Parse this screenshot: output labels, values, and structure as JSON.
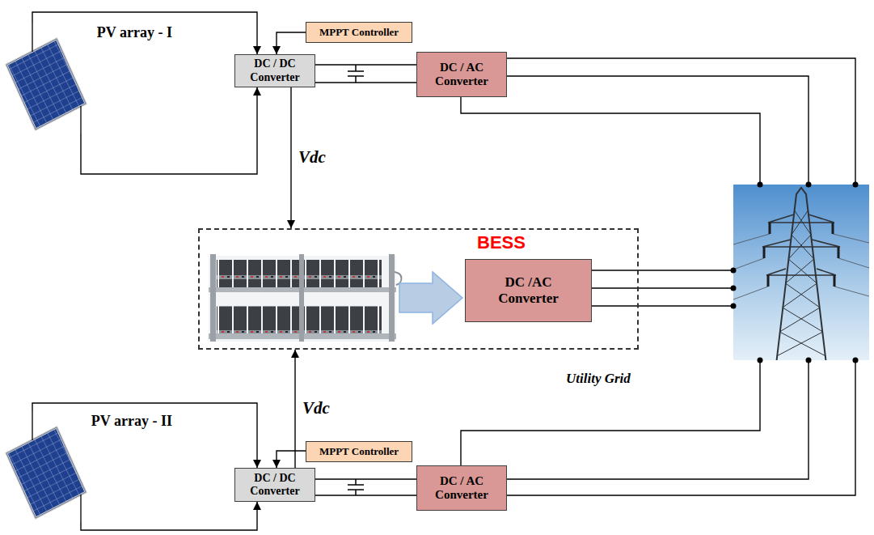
{
  "diagram": {
    "nodes": [
      {
        "text": [
          "PV array - I"
        ]
      },
      {
        "text": [
          "MPPT Controller"
        ]
      },
      {
        "text": [
          "DC / DC Converter"
        ]
      },
      {
        "text": [
          "DC / AC Converter"
        ]
      },
      {
        "text": [
          "BESS"
        ]
      },
      {
        "text": [
          "DC /AC Converter"
        ],
        "in": 4
      },
      {
        "text": [
          "Utility Grid"
        ]
      },
      {
        "text": [
          "PV array - II"
        ]
      },
      {
        "text": [
          "MPPT Controller"
        ]
      },
      {
        "text": [
          "DC / DC Converter"
        ]
      },
      {
        "text": [
          "DC / AC Converter"
        ]
      }
    ],
    "edges": [
      {
        "from": 0,
        "to": 2,
        "arrow": "to"
      },
      {
        "from": 0,
        "to": 2,
        "arrow": "to"
      },
      {
        "from": 1,
        "to": 2,
        "arrow": "to"
      },
      {
        "from": 2,
        "to": 3,
        "arrow": "none"
      },
      {
        "from": 2,
        "to": 3,
        "arrow": "none"
      },
      {
        "from": 3,
        "to": 6,
        "arrow": "none"
      },
      {
        "from": 3,
        "to": 6,
        "arrow": "none"
      },
      {
        "from": 3,
        "to": 6,
        "arrow": "none"
      },
      {
        "from": 2,
        "to": 4,
        "arrow": "to",
        "label": "Vdc"
      },
      {
        "from": 5,
        "to": 6,
        "arrow": "none"
      },
      {
        "from": 5,
        "to": 6,
        "arrow": "none"
      },
      {
        "from": 5,
        "to": 6,
        "arrow": "none"
      },
      {
        "from": 7,
        "to": 9,
        "arrow": "to"
      },
      {
        "from": 7,
        "to": 9,
        "arrow": "to"
      },
      {
        "from": 8,
        "to": 9,
        "arrow": "to"
      },
      {
        "from": 9,
        "to": 10,
        "arrow": "none"
      },
      {
        "from": 9,
        "to": 10,
        "arrow": "none"
      },
      {
        "from": 10,
        "to": 6,
        "arrow": "none"
      },
      {
        "from": 10,
        "to": 6,
        "arrow": "none"
      },
      {
        "from": 10,
        "to": 6,
        "arrow": "none"
      },
      {
        "from": 9,
        "to": 4,
        "arrow": "to",
        "label": "Vdc"
      }
    ]
  }
}
